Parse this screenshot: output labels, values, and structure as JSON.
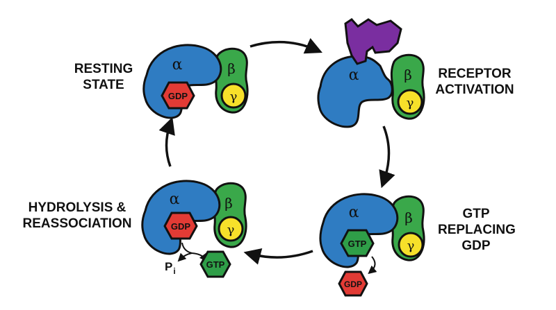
{
  "labels": {
    "resting": [
      "RESTING",
      "STATE"
    ],
    "receptor": [
      "RECEPTOR",
      "ACTIVATION"
    ],
    "gtp_replacing": [
      "GTP",
      "REPLACING",
      "GDP"
    ],
    "hydrolysis": [
      "HYDROLYSIS &",
      "REASSOCIATION"
    ]
  },
  "subunits": {
    "alpha": "α",
    "beta": "β",
    "gamma": "γ"
  },
  "nucleotides": {
    "gdp": "GDP",
    "gtp": "GTP"
  },
  "phosphate": {
    "symbol": "P",
    "subscript": "i"
  },
  "colors": {
    "alpha": "#2f7cc2",
    "beta": "#3aa84a",
    "gamma": "#f7e02a",
    "gdp": "#e23b35",
    "gtp": "#2f9e48",
    "receptor": "#7a2ea0",
    "outline": "#111111"
  }
}
